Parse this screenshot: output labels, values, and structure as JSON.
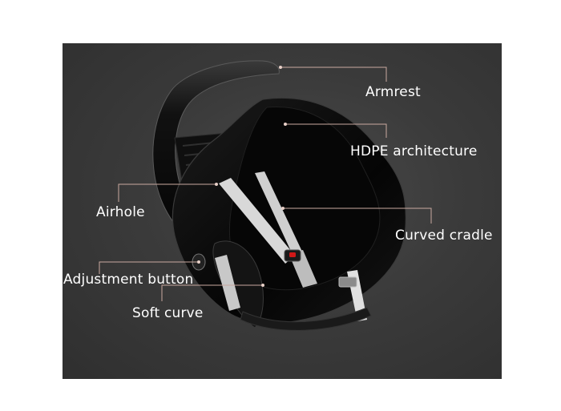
{
  "callouts": {
    "armrest": "Armrest",
    "hdpe": "HDPE architecture",
    "airhole": "Airhole",
    "curved_cradle": "Curved cradle",
    "adjustment_button": "Adjustment button",
    "soft_curve": "Soft curve"
  },
  "colors": {
    "background": "#3b3b3b",
    "seat": "#0d0d0d",
    "strap": "#d9d9d9",
    "leader_line": "#c9a9a0",
    "label": "#ffffff"
  }
}
